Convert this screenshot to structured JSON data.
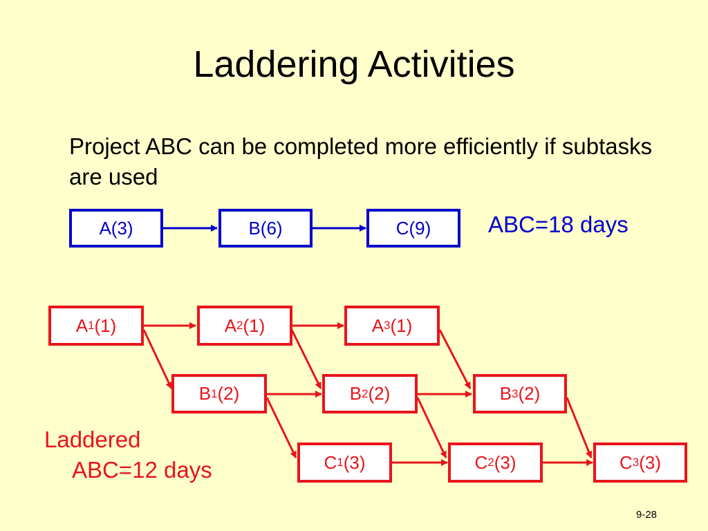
{
  "title": "Laddering Activities",
  "intro": "Project ABC can be completed more efficiently if subtasks are used",
  "serial": {
    "tasks": [
      {
        "label": "A(3)"
      },
      {
        "label": "B(6)"
      },
      {
        "label": "C(9)"
      }
    ],
    "total": "ABC=18 days"
  },
  "laddered": {
    "tasks": [
      {
        "letter": "A",
        "sub": "1",
        "dur": "(1)"
      },
      {
        "letter": "A",
        "sub": "2",
        "dur": "(1)"
      },
      {
        "letter": "A",
        "sub": "3",
        "dur": "(1)"
      },
      {
        "letter": "B",
        "sub": "1",
        "dur": "(2)"
      },
      {
        "letter": "B",
        "sub": "2",
        "dur": "(2)"
      },
      {
        "letter": "B",
        "sub": "3",
        "dur": "(2)"
      },
      {
        "letter": "C",
        "sub": "1",
        "dur": "(3)"
      },
      {
        "letter": "C",
        "sub": "2",
        "dur": "(3)"
      },
      {
        "letter": "C",
        "sub": "3",
        "dur": "(3)"
      }
    ],
    "label_line1": "Laddered",
    "label_line2": "ABC=12 days"
  },
  "page_number": "9-28",
  "colors": {
    "background": "#FFFFCC",
    "serial": "#0000CC",
    "laddered": "#E8141B"
  }
}
